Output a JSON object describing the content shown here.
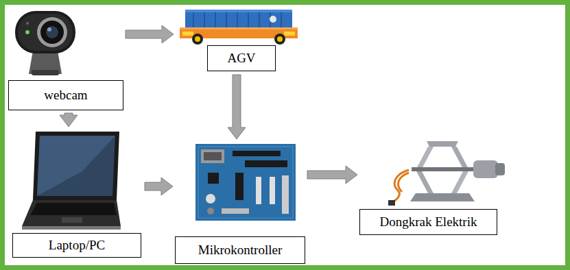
{
  "diagram": {
    "nodes": [
      {
        "text": [
          "webcam"
        ]
      },
      {
        "text": [
          "AGV"
        ]
      },
      {
        "text": [
          "Laptop/PC"
        ]
      },
      {
        "text": [
          "Mikrokontroller"
        ]
      },
      {
        "text": [
          "Dongkrak Elektrik"
        ]
      }
    ],
    "edges": [
      {
        "from": 0,
        "to": 1,
        "arrow": "to"
      },
      {
        "from": 0,
        "to": 2,
        "arrow": "to"
      },
      {
        "from": 1,
        "to": 3,
        "arrow": "to"
      },
      {
        "from": 2,
        "to": 3,
        "arrow": "to"
      },
      {
        "from": 3,
        "to": 4,
        "arrow": "to"
      }
    ]
  }
}
